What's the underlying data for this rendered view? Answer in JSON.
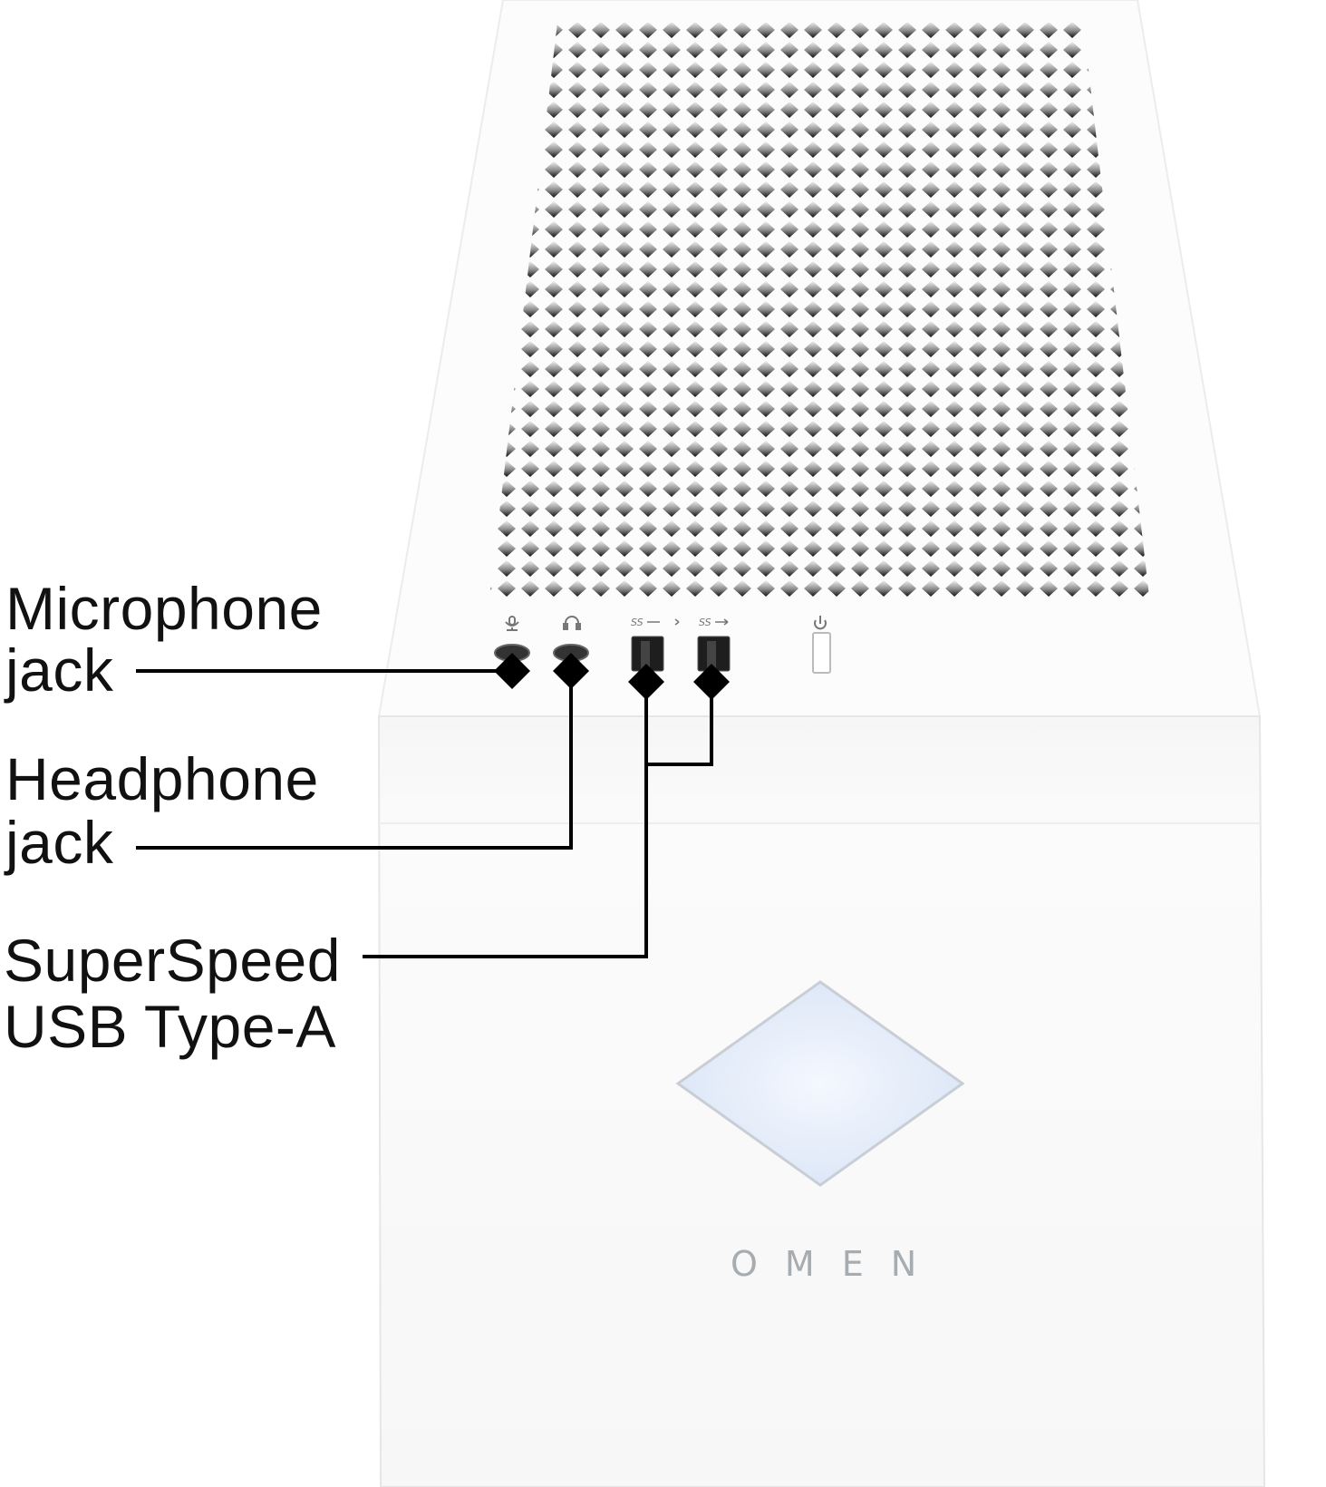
{
  "labels": {
    "microphone": [
      "Microphone",
      "jack"
    ],
    "headphone": [
      "Headphone",
      "jack"
    ],
    "usb": [
      "SuperSpeed",
      "USB Type-A"
    ]
  },
  "product": {
    "logo_text": "OMEN",
    "usb_port_glyph": "SS",
    "icons": [
      "microphone-icon",
      "headphone-icon",
      "usb-superspeed-icon",
      "power-icon"
    ]
  },
  "colors": {
    "case": "#ffffff",
    "leader": "#000000",
    "logo_light": "#e6eefb",
    "logo_text": "#a6acb0"
  }
}
